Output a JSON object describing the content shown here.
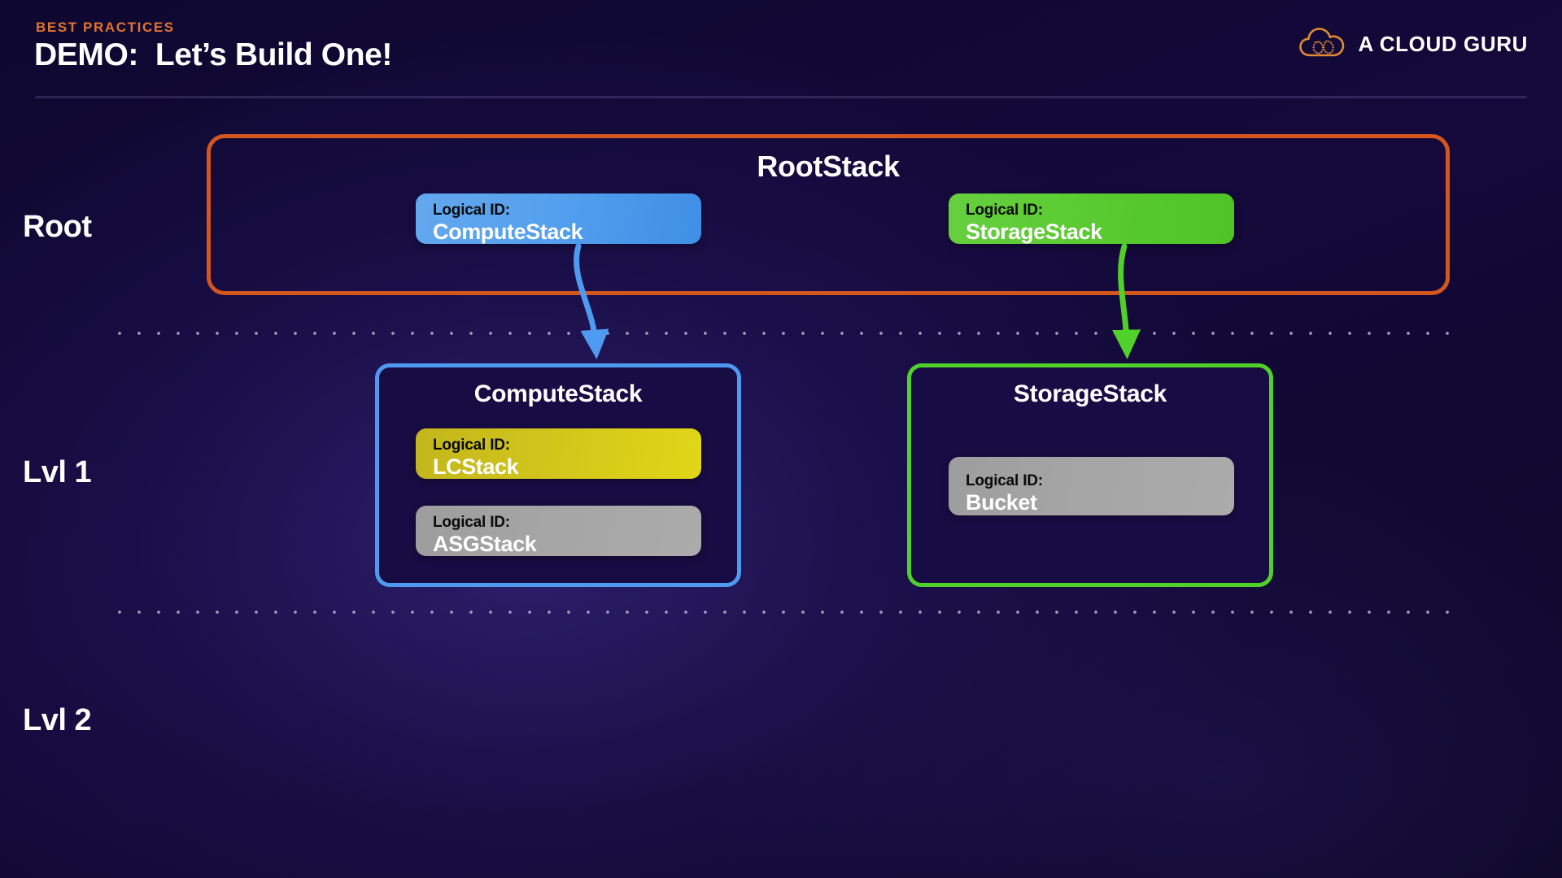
{
  "header": {
    "eyebrow": "BEST PRACTICES",
    "title": "DEMO:  Let’s Build One!",
    "brand_name": "A CLOUD GURU",
    "brand_icon": "cloud-guru-logo-icon",
    "accent_color": "#e2732e"
  },
  "levels": [
    {
      "key": "root",
      "label": "Root"
    },
    {
      "key": "lvl1",
      "label": "Lvl 1"
    },
    {
      "key": "lvl2",
      "label": "Lvl 2"
    }
  ],
  "diagram": {
    "root_stack": {
      "title": "RootStack",
      "border_color": "#d4561f",
      "resources": [
        {
          "lid_label": "Logical ID:",
          "value": "ComputeStack",
          "color": "#56a0ee",
          "swatch": "blue"
        },
        {
          "lid_label": "Logical ID:",
          "value": "StorageStack",
          "color": "#5bcb33",
          "swatch": "green"
        }
      ]
    },
    "child_stacks": [
      {
        "title": "ComputeStack",
        "border_color": "#4e9af1",
        "resources": [
          {
            "lid_label": "Logical ID:",
            "value": "LCStack",
            "color": "#cfc31c",
            "swatch": "yellow"
          },
          {
            "lid_label": "Logical ID:",
            "value": "ASGStack",
            "color": "#a5a5a5",
            "swatch": "gray"
          }
        ]
      },
      {
        "title": "StorageStack",
        "border_color": "#4fd12a",
        "resources": [
          {
            "lid_label": "Logical ID:",
            "value": "Bucket",
            "color": "#a5a5a5",
            "swatch": "gray"
          }
        ]
      }
    ],
    "connectors": [
      {
        "name": "compute-arrow",
        "from": "ComputeStack",
        "to": "ComputeStack",
        "color": "#4e9af1"
      },
      {
        "name": "storage-arrow",
        "from": "StorageStack",
        "to": "StorageStack",
        "color": "#4fd12a"
      }
    ],
    "separators": [
      {
        "name": "root-lvl1-divider"
      },
      {
        "name": "lvl1-lvl2-divider"
      }
    ]
  }
}
